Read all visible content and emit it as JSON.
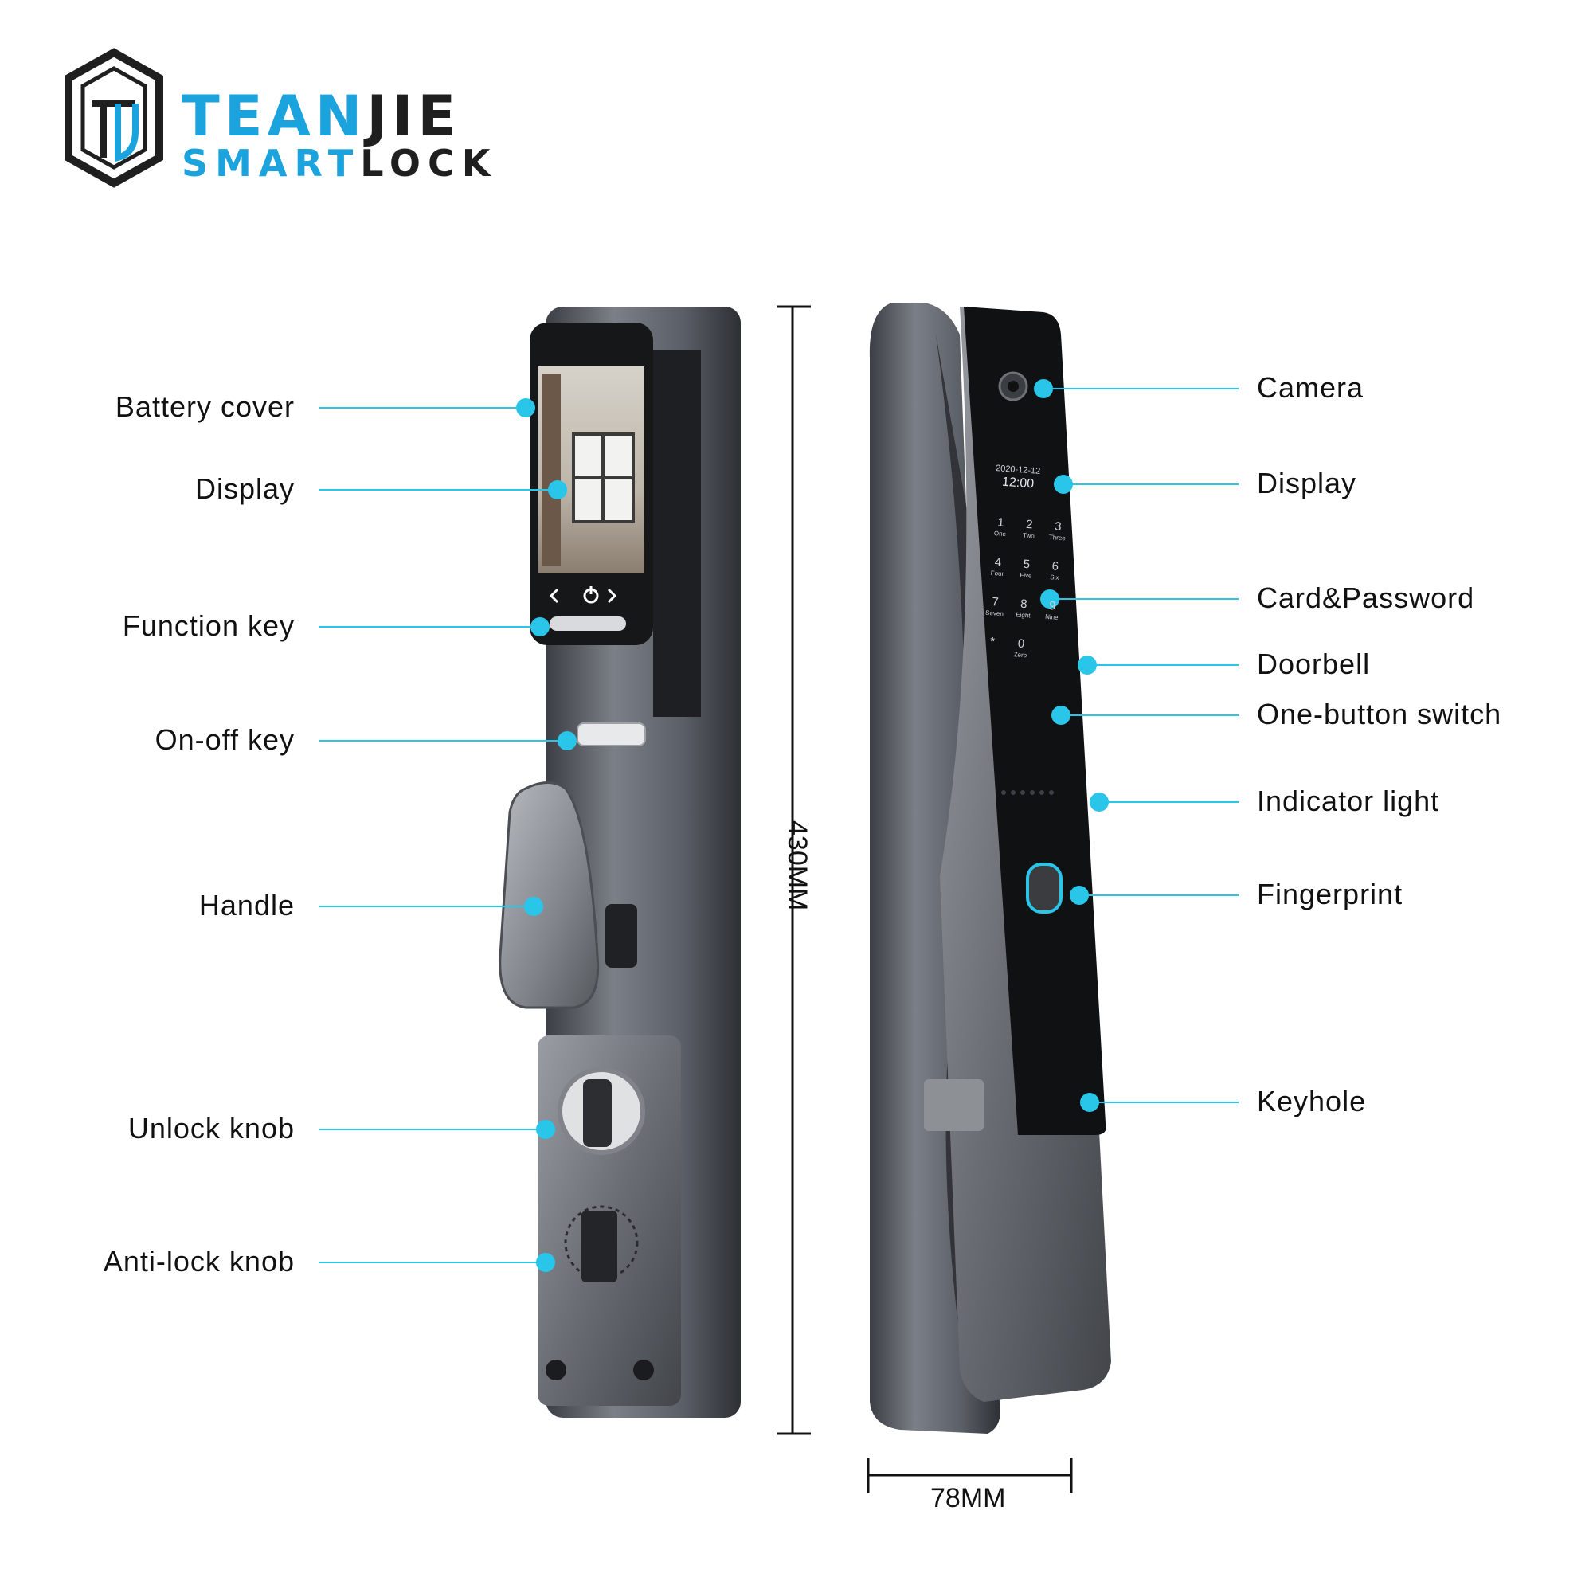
{
  "brand": {
    "name_part1": "TEAN",
    "name_part2": "JIE",
    "sub_part1": "SMART",
    "sub_part2": "LOCK",
    "colors": {
      "accent": "#1aa3dd",
      "dark": "#1f1f1f"
    }
  },
  "front_view": {
    "labels": [
      "Battery cover",
      "Display",
      "Function key",
      "On-off key",
      "Handle",
      "Unlock knob",
      "Anti-lock knob"
    ],
    "screen_icons": [
      "chevron-left-icon",
      "power-icon",
      "chevron-right-icon"
    ]
  },
  "side_view": {
    "labels": [
      "Camera",
      "Display",
      "Card&Password",
      "Doorbell",
      "One-button switch",
      "Indicator light",
      "Fingerprint",
      "Keyhole"
    ],
    "screen_date": "2020-12-12",
    "screen_time": "12:00",
    "keypad": [
      {
        "digit": "1",
        "word": "One"
      },
      {
        "digit": "2",
        "word": "Two"
      },
      {
        "digit": "3",
        "word": "Three"
      },
      {
        "digit": "4",
        "word": "Four"
      },
      {
        "digit": "5",
        "word": "Five"
      },
      {
        "digit": "6",
        "word": "Six"
      },
      {
        "digit": "7",
        "word": "Seven"
      },
      {
        "digit": "8",
        "word": "Eight"
      },
      {
        "digit": "9",
        "word": "Nine"
      },
      {
        "digit": "*",
        "word": ""
      },
      {
        "digit": "0",
        "word": "Zero"
      }
    ]
  },
  "dimensions": {
    "height": "430MM",
    "width": "78MM"
  },
  "marker_color": "#29c6ea"
}
